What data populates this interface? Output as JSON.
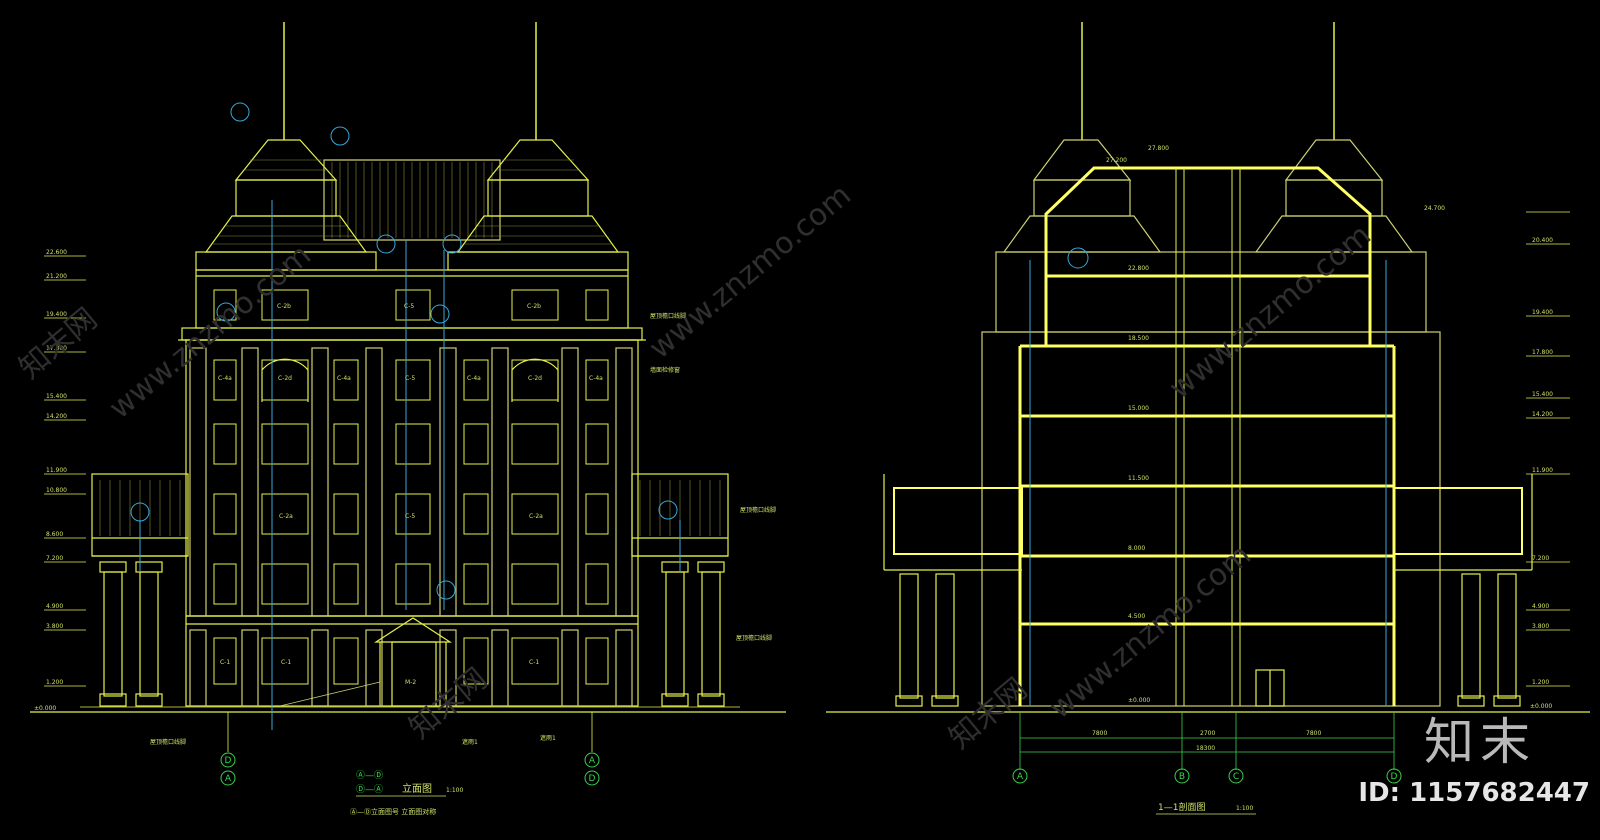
{
  "colors": {
    "background": "#000000",
    "outline": "#e6f04a",
    "detail": "#cfcf70",
    "grid": "#3ad14d",
    "section_cut": "#ffff66",
    "cyan": "#37a7d9",
    "label": "#cfe06a",
    "watermark": "#3a3a3a"
  },
  "elevation_view": {
    "title": "立面图",
    "title_prefix": [
      "Ⓐ—Ⓓ",
      "Ⓓ—Ⓐ"
    ],
    "scale": "1:100",
    "legend_note": "Ⓐ—Ⓓ立面图号   立面图对称",
    "axis_labels": [
      "D",
      "A",
      "A",
      "D"
    ],
    "level_marks": [
      "22.600",
      "21.200",
      "19.400",
      "17.800",
      "15.400",
      "14.200",
      "11.900",
      "10.800",
      "8.600",
      "7.200",
      "4.900",
      "3.800",
      "1.200",
      "±0.000"
    ],
    "window_tags": [
      "C-2b",
      "C-5",
      "C-2b",
      "C-4a",
      "C-2d",
      "C-4a",
      "C-5",
      "C-4a",
      "C-2d",
      "C-4a",
      "C-2a",
      "C-5",
      "C-2a",
      "C-1",
      "C-1",
      "M-2",
      "C-1"
    ],
    "callouts": [
      "屋顶檐口线脚",
      "墙面检修窗",
      "屋顶檐口线脚",
      "屋顶檐口线脚",
      "屋顶檐口线脚",
      "遮雨1",
      "遮雨1"
    ]
  },
  "section_view": {
    "title": "1—1剖面图",
    "scale": "1:100",
    "level_marks_inner": [
      "27.800",
      "27.200",
      "22.800",
      "18.500",
      "15.000",
      "11.500",
      "8.000",
      "4.500",
      "±0.000"
    ],
    "level_marks_right": [
      "24.700",
      "20.400",
      "19.400",
      "17.800",
      "15.400",
      "14.200",
      "11.900",
      "7.200",
      "4.900",
      "3.800",
      "1.200",
      "±0.000"
    ],
    "dimensions": [
      "7800",
      "2700",
      "7800"
    ],
    "total_dimension": "18300",
    "axis_labels": [
      "A",
      "B",
      "C",
      "D"
    ]
  },
  "watermarks": [
    "www.znzmo.com",
    "知末网"
  ],
  "brand": "知末",
  "image_id": "ID: 1157682447"
}
